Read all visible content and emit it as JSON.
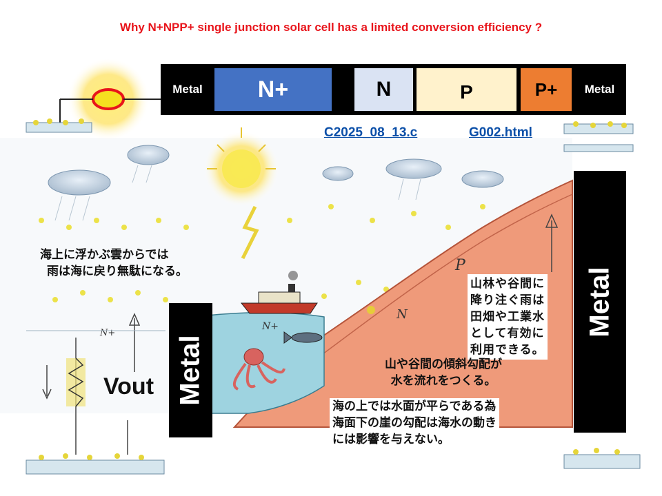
{
  "title": "Why N+NPP+ single junction solar cell has a limited conversion efficiency ?",
  "layers": {
    "metal_left": "Metal",
    "n_plus": "N+",
    "n": "N",
    "p": "P",
    "p_plus": "P+",
    "metal_right": "Metal"
  },
  "links": {
    "link1": "C2025_08_13.c",
    "link2": "G002.html"
  },
  "metal_vertical_left": "Metal",
  "metal_vertical_right": "Metal",
  "vout": "Vout",
  "text_left": [
    "海上に浮かぶ雲からでは",
    "雨は海に戻り無駄になる。"
  ],
  "text_right": [
    "山林や谷間に",
    "降り注ぐ雨は",
    "田畑や工業水",
    "として有効に",
    "利用できる。"
  ],
  "text_slope": [
    "山や谷間の傾斜勾配が",
    "水を流れをつくる。"
  ],
  "text_sea": [
    "海の上では水面が平らである為",
    "海面下の崖の勾配は海水の動き",
    "には影響を与えない。"
  ],
  "sketch_labels": {
    "n_plus": "N+",
    "n": "N",
    "p": "P"
  },
  "colors": {
    "title": "#e8141b",
    "n_plus": "#4472c4",
    "n": "#dae3f3",
    "p": "#fff2cc",
    "p_plus": "#ed7d31",
    "link": "#0b4fa8"
  }
}
